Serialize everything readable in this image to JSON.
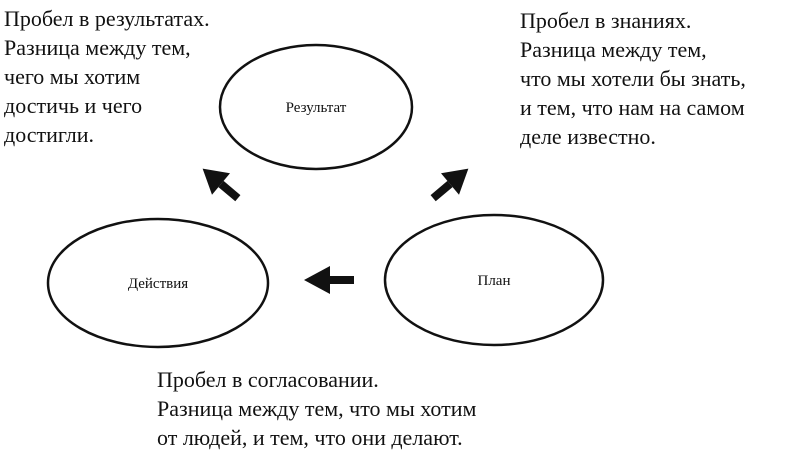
{
  "nodes": {
    "result": {
      "label": "Результат"
    },
    "actions": {
      "label": "Действия"
    },
    "plan": {
      "label": "План"
    }
  },
  "gaps": {
    "results": {
      "lines": [
        "Пробел в результатах.",
        "Разница между тем,",
        "чего мы хотим",
        "достичь и чего",
        "достигли."
      ]
    },
    "knowledge": {
      "lines": [
        "Пробел в знаниях.",
        "Разница между тем,",
        "что мы хотели бы знать,",
        "и тем, что нам на самом",
        "деле известно."
      ]
    },
    "alignment": {
      "lines": [
        "Пробел в согласовании.",
        "Разница между тем, что мы хотим",
        "от людей, и тем, что они делают."
      ]
    }
  },
  "colors": {
    "ink": "#111111",
    "background": "#ffffff"
  }
}
